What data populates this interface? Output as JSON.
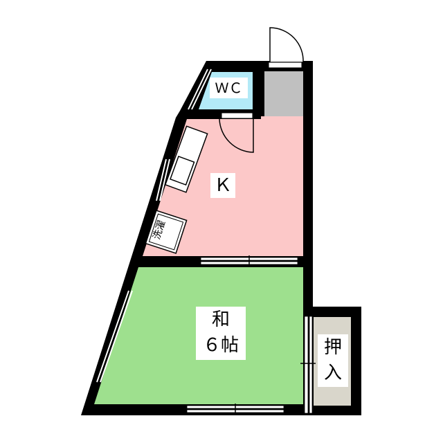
{
  "floorplan": {
    "rooms": [
      {
        "id": "wc",
        "label": "ＷＣ",
        "color": "#b3eaf7"
      },
      {
        "id": "entrance",
        "label": "",
        "color": "#c0c0c0"
      },
      {
        "id": "kitchen",
        "label": "Ｋ",
        "color": "#fcc8c8"
      },
      {
        "id": "washer",
        "label": "洗濯"
      },
      {
        "id": "washitsu",
        "label_line1": "和",
        "label_line2": "６帖",
        "color": "#9ee08e"
      },
      {
        "id": "closet",
        "label_line1": "押",
        "label_line2": "入",
        "color": "#d9d6cb"
      }
    ],
    "wall_color": "#000000"
  }
}
